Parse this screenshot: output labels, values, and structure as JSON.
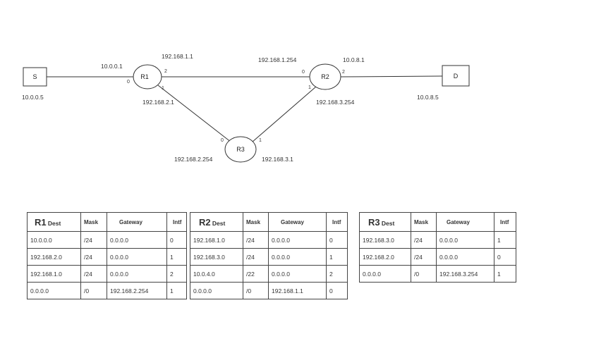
{
  "nodes": {
    "s": {
      "label": "S",
      "ip": "10.0.0.5"
    },
    "d": {
      "label": "D",
      "ip": "10.0.8.5"
    },
    "r1": {
      "label": "R1"
    },
    "r2": {
      "label": "R2"
    },
    "r3": {
      "label": "R3"
    }
  },
  "addresses": {
    "r1_port0": "10.0.0.1",
    "r1_port2": "192.168.1.1",
    "r1_port1": "192.168.2.1",
    "r2_port0": "192.168.1.254",
    "r2_port2": "10.0.8.1",
    "r2_port1": "192.168.3.254",
    "r3_port0": "192.168.2.254",
    "r3_port1": "192.168.3.1"
  },
  "ports": {
    "r1_0": "0",
    "r1_2": "2",
    "r1_1": "1",
    "r2_0": "0",
    "r2_2": "2",
    "r2_1": "1",
    "r3_0": "0",
    "r3_1": "1"
  },
  "tables": [
    {
      "router": "R1",
      "dest_label": "Dest",
      "headers": [
        "Mask",
        "Gateway",
        "Intf"
      ],
      "rows": [
        [
          "10.0.0.0",
          "/24",
          "0.0.0.0",
          "0"
        ],
        [
          "192.168.2.0",
          "/24",
          "0.0.0.0",
          "1"
        ],
        [
          "192.168.1.0",
          "/24",
          "0.0.0.0",
          "2"
        ],
        [
          "0.0.0.0",
          "/0",
          "192.168.2.254",
          "1"
        ]
      ]
    },
    {
      "router": "R2",
      "dest_label": "Dest",
      "headers": [
        "Mask",
        "Gateway",
        "Intf"
      ],
      "rows": [
        [
          "192.168.1.0",
          "/24",
          "0.0.0.0",
          "0"
        ],
        [
          "192.168.3.0",
          "/24",
          "0.0.0.0",
          "1"
        ],
        [
          "10.0.4.0",
          "/22",
          "0.0.0.0",
          "2"
        ],
        [
          "0.0.0.0",
          "/0",
          "192.168.1.1",
          "0"
        ]
      ]
    },
    {
      "router": "R3",
      "dest_label": "Dest",
      "headers": [
        "Mask",
        "Gateway",
        "Intf"
      ],
      "rows": [
        [
          "192.168.3.0",
          "/24",
          "0.0.0.0",
          "1"
        ],
        [
          "192.168.2.0",
          "/24",
          "0.0.0.0",
          "0"
        ],
        [
          "0.0.0.0",
          "/0",
          "192.168.3.254",
          "1"
        ]
      ]
    }
  ]
}
